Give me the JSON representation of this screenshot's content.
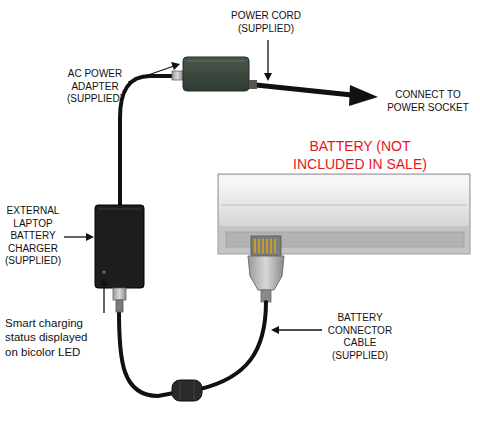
{
  "diagram": {
    "labels": [
      "POWER CORD (SUPPLIED)",
      "AC POWER ADAPTER (SUPPLIED)",
      "CONNECT TO POWER SOCKET",
      "BATTERY (NOT INCLUDED IN SALE)",
      "EXTERNAL LAPTOP BATTERY CHARGER (SUPPLIED)",
      "Smart charging status displayed on bicolor LED",
      "BATTERY CONNECTOR CABLE (SUPPLIED)"
    ]
  }
}
